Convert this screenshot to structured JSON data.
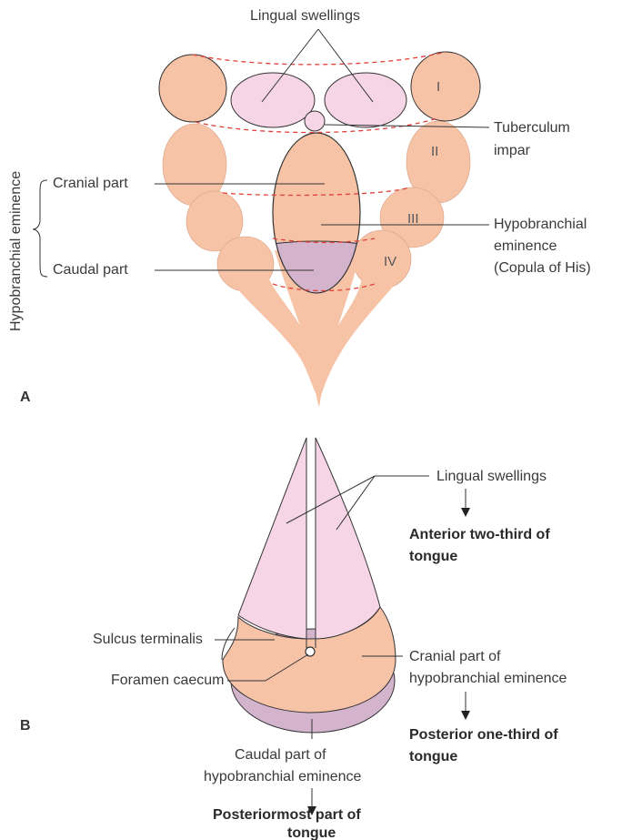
{
  "colors": {
    "tissue": "#f7c3a6",
    "tissue_dark": "#d6a086",
    "lingual": "#f6d5e6",
    "caudal": "#d4b3cd",
    "dashed": "#e0403a",
    "outline": "#333333"
  },
  "panel_a": {
    "letter": "A",
    "lingual_swellings": "Lingual swellings",
    "tuberculum_line1": "Tuberculum",
    "tuberculum_line2": "impar",
    "cranial_part": "Cranial part",
    "caudal_part": "Caudal part",
    "hypobranchial_line1": "Hypobranchial",
    "hypobranchial_line2": "eminence",
    "hypobranchial_line3": "(Copula of His)",
    "vertical_label": "Hypobranchial eminence",
    "arches": [
      "I",
      "II",
      "III",
      "IV"
    ]
  },
  "panel_b": {
    "letter": "B",
    "lingual_swellings": "Lingual swellings",
    "anterior_line1": "Anterior two-third of",
    "anterior_line2": "tongue",
    "sulcus_terminalis": "Sulcus terminalis",
    "foramen_caecum": "Foramen caecum",
    "cranial_line1": "Cranial part of",
    "cranial_line2": "hypobranchial eminence",
    "posterior_line1": "Posterior one-third of",
    "posterior_line2": "tongue",
    "caudal_line1": "Caudal part of",
    "caudal_line2": "hypobranchial eminence",
    "posteriormost_line1": "Posteriormost part of",
    "posteriormost_line2": "tongue"
  }
}
